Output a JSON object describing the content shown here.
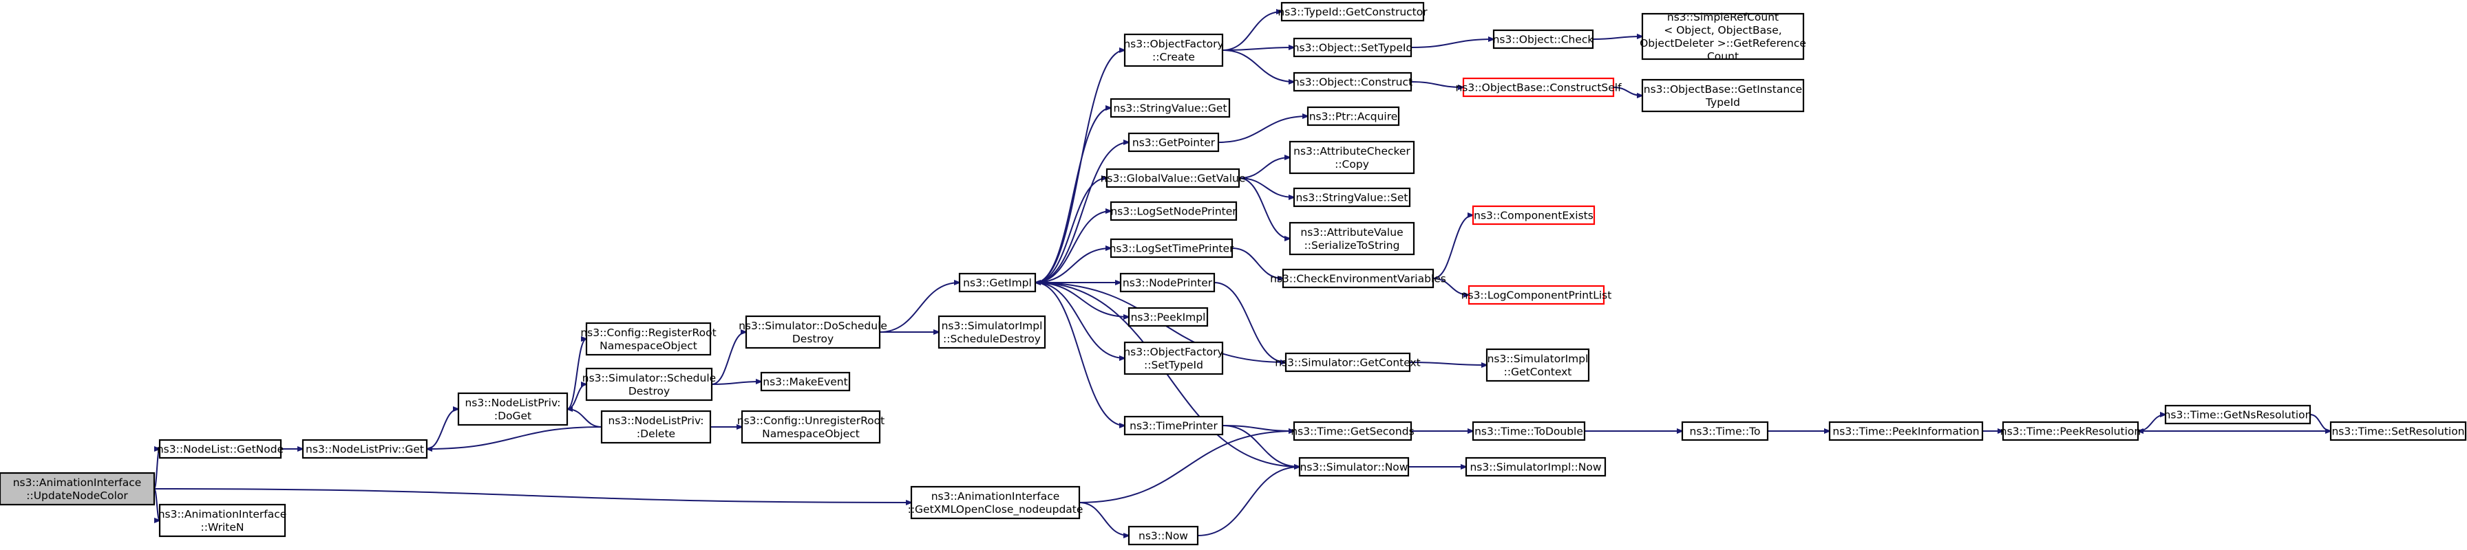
{
  "graph": {
    "title": "",
    "nodes": [
      {
        "id": "n1",
        "lines": [
          "ns3::AnimationInterface",
          "::UpdateNodeColor"
        ],
        "root": true
      },
      {
        "id": "n2",
        "lines": [
          "ns3::NodeList::GetNode"
        ]
      },
      {
        "id": "n3",
        "lines": [
          "ns3::AnimationInterface",
          "::WriteN"
        ]
      },
      {
        "id": "n4",
        "lines": [
          "ns3::NodeListPriv::Get"
        ]
      },
      {
        "id": "n5",
        "lines": [
          "ns3::NodeListPriv:",
          ":DoGet"
        ]
      },
      {
        "id": "n6",
        "lines": [
          "ns3::NodeListPriv:",
          ":Delete"
        ]
      },
      {
        "id": "n7",
        "lines": [
          "ns3::Config::RegisterRoot",
          "NamespaceObject"
        ]
      },
      {
        "id": "n8",
        "lines": [
          "ns3::Simulator::Schedule",
          "Destroy"
        ]
      },
      {
        "id": "n9",
        "lines": [
          "ns3::MakeEvent"
        ]
      },
      {
        "id": "n10",
        "lines": [
          "ns3::Config::UnregisterRoot",
          "NamespaceObject"
        ]
      },
      {
        "id": "n11",
        "lines": [
          "ns3::Simulator::DoSchedule",
          "Destroy"
        ]
      },
      {
        "id": "n12",
        "lines": [
          "ns3::SimulatorImpl",
          "::ScheduleDestroy"
        ]
      },
      {
        "id": "n13",
        "lines": [
          "ns3::GetImpl"
        ]
      },
      {
        "id": "n14",
        "lines": [
          "ns3::AnimationInterface",
          "::GetXMLOpenClose_nodeupdate"
        ]
      },
      {
        "id": "n15",
        "lines": [
          "ns3::Now"
        ]
      },
      {
        "id": "n16",
        "lines": [
          "ns3::ObjectFactory",
          "::Create"
        ]
      },
      {
        "id": "n17",
        "lines": [
          "ns3::StringValue::Get"
        ]
      },
      {
        "id": "n18",
        "lines": [
          "ns3::GetPointer"
        ]
      },
      {
        "id": "n19",
        "lines": [
          "ns3::GlobalValue::GetValue"
        ]
      },
      {
        "id": "n20",
        "lines": [
          "ns3::LogSetNodePrinter"
        ]
      },
      {
        "id": "n21",
        "lines": [
          "ns3::LogSetTimePrinter"
        ]
      },
      {
        "id": "n22",
        "lines": [
          "ns3::NodePrinter"
        ]
      },
      {
        "id": "n23",
        "lines": [
          "ns3::PeekImpl"
        ]
      },
      {
        "id": "n24",
        "lines": [
          "ns3::ObjectFactory",
          "::SetTypeId"
        ]
      },
      {
        "id": "n25",
        "lines": [
          "ns3::TimePrinter"
        ]
      },
      {
        "id": "n26",
        "lines": [
          "ns3::TypeId::GetConstructor"
        ]
      },
      {
        "id": "n27",
        "lines": [
          "ns3::Object::SetTypeId"
        ]
      },
      {
        "id": "n28",
        "lines": [
          "ns3::Object::Construct"
        ]
      },
      {
        "id": "n29",
        "lines": [
          "ns3::Ptr::Acquire"
        ]
      },
      {
        "id": "n30",
        "lines": [
          "ns3::AttributeChecker",
          "::Copy"
        ]
      },
      {
        "id": "n31",
        "lines": [
          "ns3::StringValue::Set"
        ]
      },
      {
        "id": "n32",
        "lines": [
          "ns3::AttributeValue",
          "::SerializeToString"
        ]
      },
      {
        "id": "n33",
        "lines": [
          "ns3::CheckEnvironmentVariables"
        ]
      },
      {
        "id": "n34",
        "lines": [
          "ns3::Simulator::GetContext"
        ]
      },
      {
        "id": "n35",
        "lines": [
          "ns3::Time::GetSeconds"
        ]
      },
      {
        "id": "n36",
        "lines": [
          "ns3::Simulator::Now"
        ]
      },
      {
        "id": "n37",
        "lines": [
          "ns3::Object::Check"
        ]
      },
      {
        "id": "n38",
        "lines": [
          "ns3::ObjectBase::ConstructSelf"
        ],
        "red": true
      },
      {
        "id": "n39",
        "lines": [
          "ns3::ComponentExists"
        ],
        "red": true
      },
      {
        "id": "n40",
        "lines": [
          "ns3::LogComponentPrintList"
        ],
        "red": true
      },
      {
        "id": "n41",
        "lines": [
          "ns3::SimulatorImpl",
          "::GetContext"
        ]
      },
      {
        "id": "n42",
        "lines": [
          "ns3::Time::ToDouble"
        ]
      },
      {
        "id": "n43",
        "lines": [
          "ns3::SimulatorImpl::Now"
        ]
      },
      {
        "id": "n44",
        "lines": [
          "ns3::SimpleRefCount",
          "< Object, ObjectBase,",
          " ObjectDeleter >::GetReference",
          "Count"
        ]
      },
      {
        "id": "n45",
        "lines": [
          "ns3::ObjectBase::GetInstance",
          "TypeId"
        ]
      },
      {
        "id": "n46",
        "lines": [
          "ns3::Time::To"
        ]
      },
      {
        "id": "n47",
        "lines": [
          "ns3::Time::PeekInformation"
        ]
      },
      {
        "id": "n48",
        "lines": [
          "ns3::Time::PeekResolution"
        ]
      },
      {
        "id": "n49",
        "lines": [
          "ns3::Time::GetNsResolution"
        ]
      },
      {
        "id": "n50",
        "lines": [
          "ns3::Time::SetResolution"
        ]
      }
    ],
    "edges": [
      [
        "n1",
        "n2"
      ],
      [
        "n1",
        "n3"
      ],
      [
        "n1",
        "n14"
      ],
      [
        "n2",
        "n4"
      ],
      [
        "n4",
        "n5"
      ],
      [
        "n6",
        "n4"
      ],
      [
        "n5",
        "n7"
      ],
      [
        "n5",
        "n8"
      ],
      [
        "n6",
        "n5"
      ],
      [
        "n6",
        "n10"
      ],
      [
        "n8",
        "n9"
      ],
      [
        "n8",
        "n11"
      ],
      [
        "n11",
        "n12"
      ],
      [
        "n11",
        "n13"
      ],
      [
        "n14",
        "n15"
      ],
      [
        "n14",
        "n35"
      ],
      [
        "n15",
        "n36"
      ],
      [
        "n13",
        "n16"
      ],
      [
        "n13",
        "n17"
      ],
      [
        "n13",
        "n18"
      ],
      [
        "n13",
        "n19"
      ],
      [
        "n13",
        "n20"
      ],
      [
        "n13",
        "n21"
      ],
      [
        "n13",
        "n22"
      ],
      [
        "n13",
        "n23"
      ],
      [
        "n13",
        "n24"
      ],
      [
        "n13",
        "n25"
      ],
      [
        "n34",
        "n13"
      ],
      [
        "n36",
        "n13"
      ],
      [
        "n16",
        "n26"
      ],
      [
        "n16",
        "n27"
      ],
      [
        "n16",
        "n28"
      ],
      [
        "n27",
        "n37"
      ],
      [
        "n37",
        "n44"
      ],
      [
        "n28",
        "n38"
      ],
      [
        "n38",
        "n45"
      ],
      [
        "n18",
        "n29"
      ],
      [
        "n19",
        "n30"
      ],
      [
        "n19",
        "n31"
      ],
      [
        "n19",
        "n32"
      ],
      [
        "n21",
        "n33"
      ],
      [
        "n33",
        "n39"
      ],
      [
        "n33",
        "n40"
      ],
      [
        "n22",
        "n34"
      ],
      [
        "n34",
        "n41"
      ],
      [
        "n25",
        "n35"
      ],
      [
        "n25",
        "n36"
      ],
      [
        "n36",
        "n43"
      ],
      [
        "n35",
        "n42"
      ],
      [
        "n42",
        "n46"
      ],
      [
        "n46",
        "n47"
      ],
      [
        "n47",
        "n48"
      ],
      [
        "n48",
        "n49"
      ],
      [
        "n49",
        "n50"
      ],
      [
        "n50",
        "n48"
      ]
    ]
  }
}
